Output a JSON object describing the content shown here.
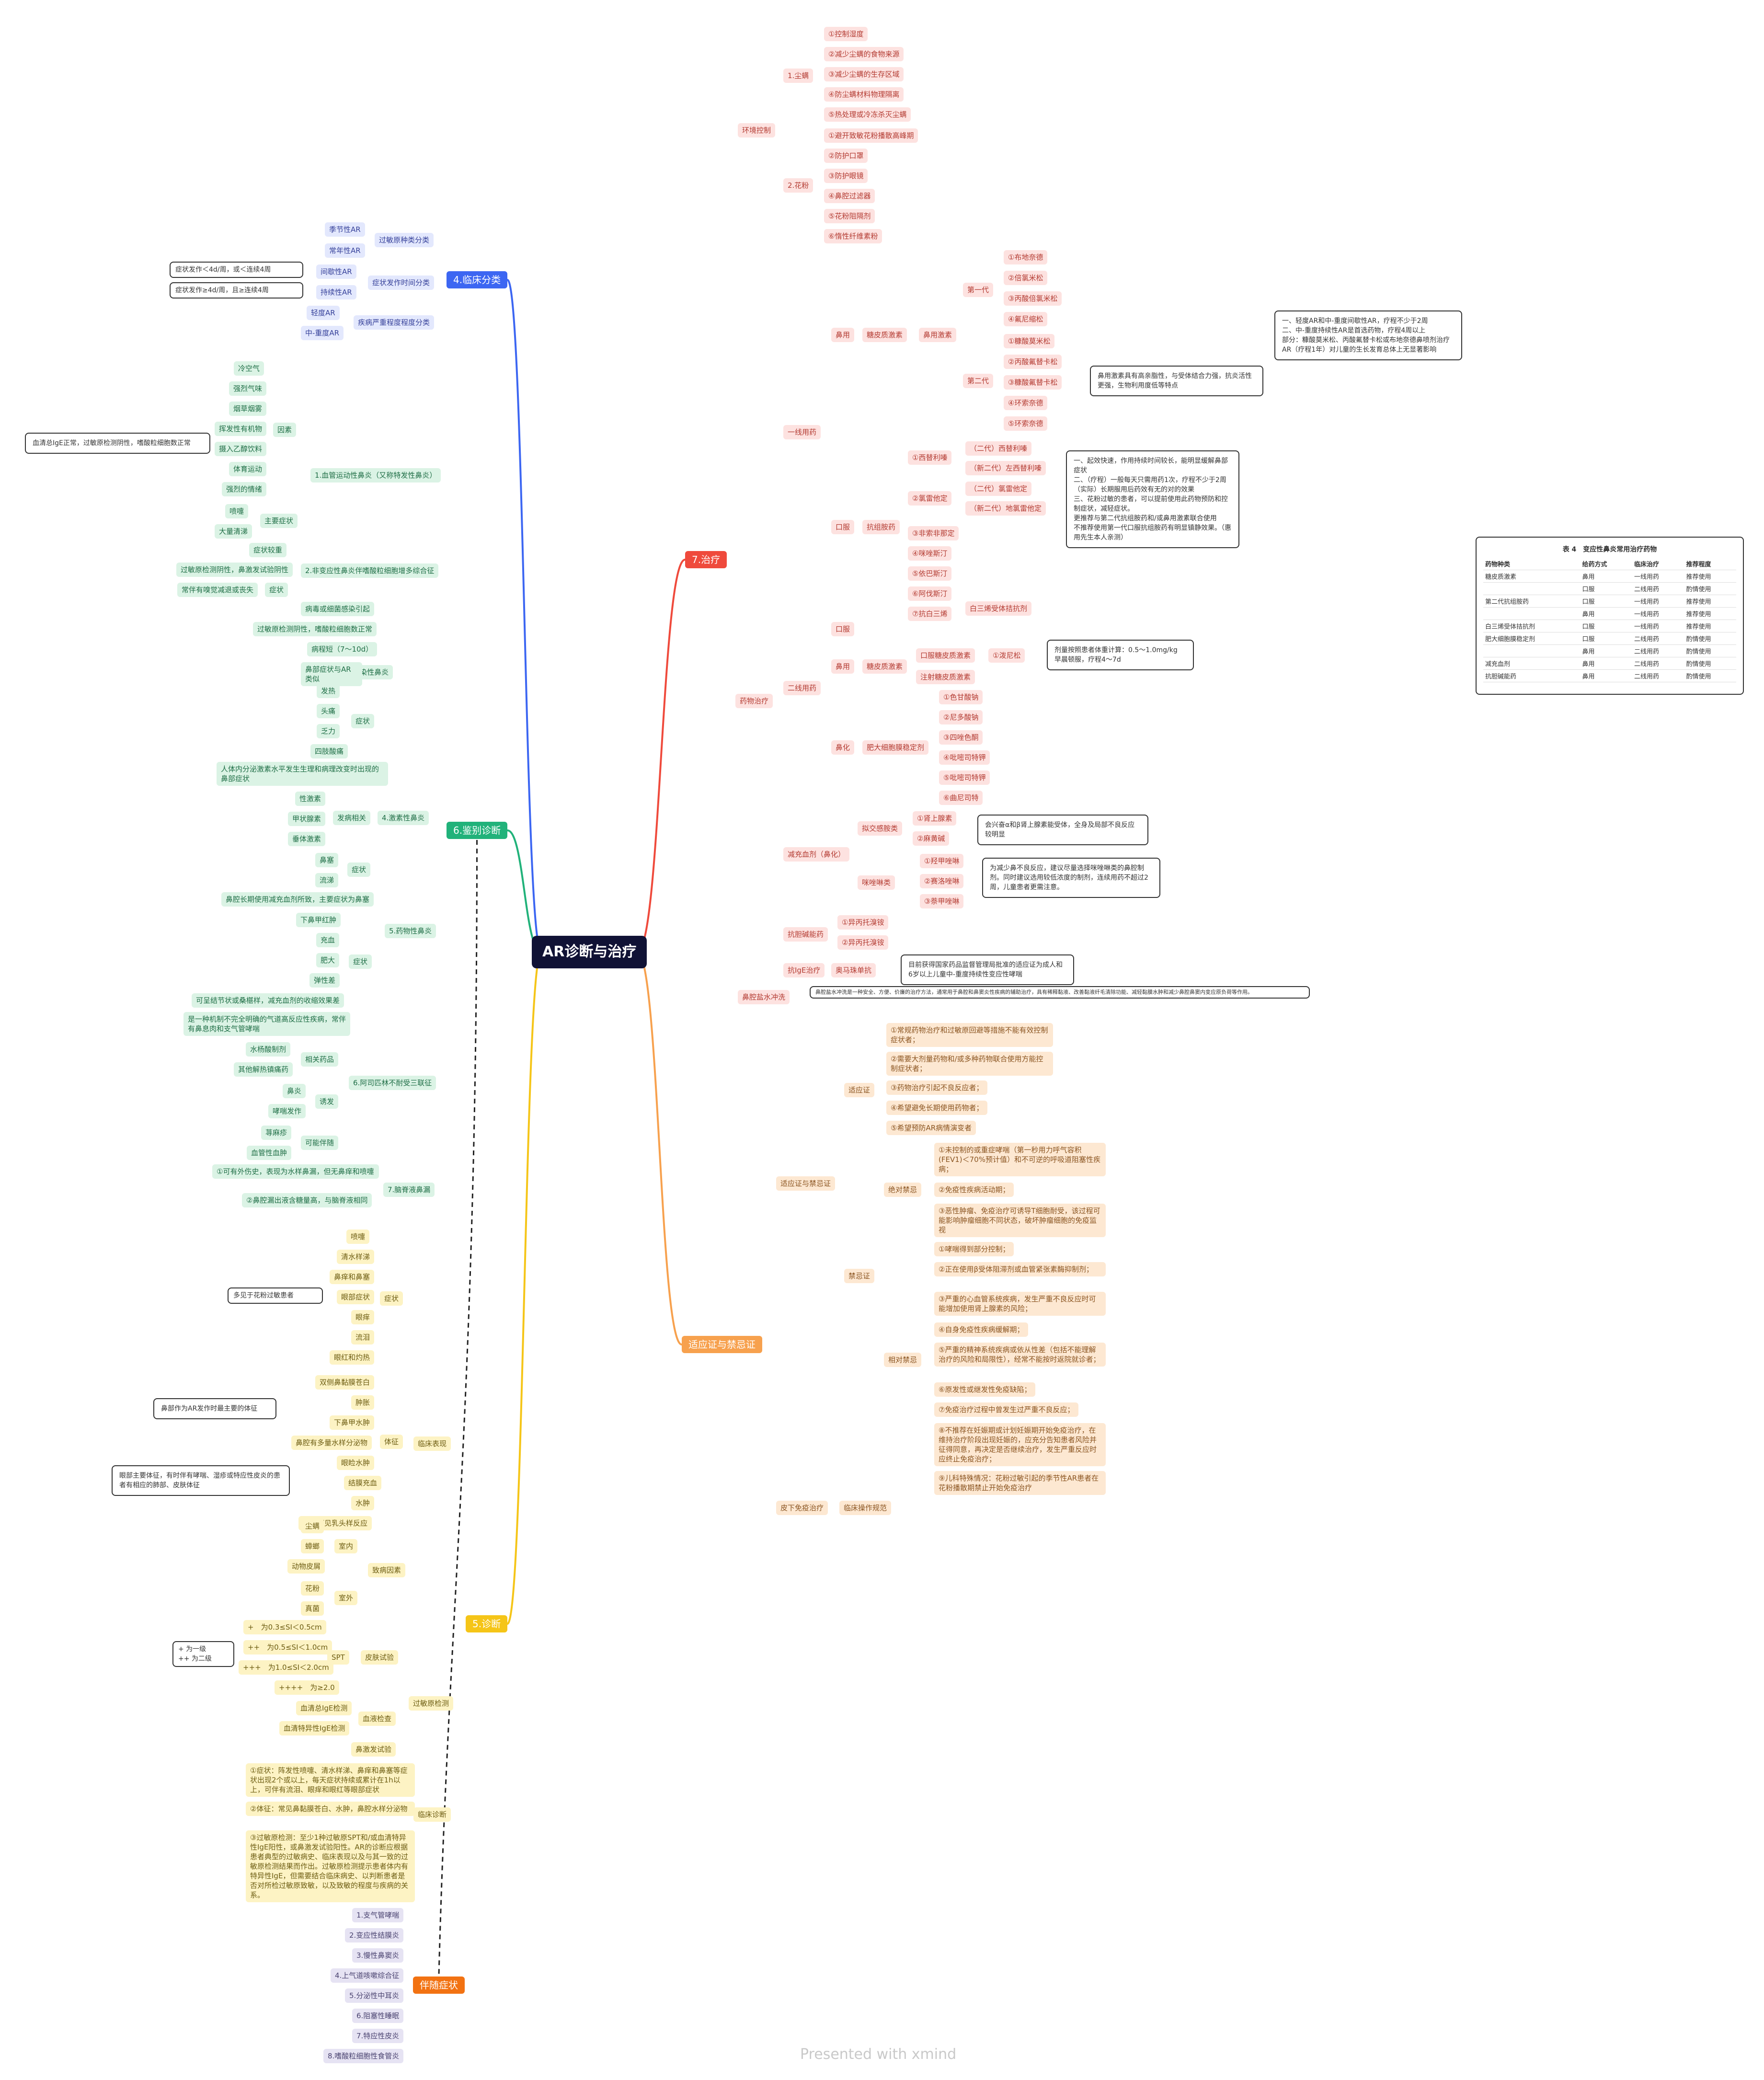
{
  "root": "AR诊断与治疗",
  "branches": {
    "treatment": "7.治疗",
    "indications": "适应证与禁忌证",
    "diagnosis": "5.诊断",
    "differential": "6.鉴别诊断",
    "classification": "4.临床分类",
    "comorbidity": "伴随症状"
  },
  "treatment": {
    "env": "环境控制",
    "mite": "1.尘螨",
    "mite_items": [
      "①控制湿度",
      "②减少尘螨的食物来源",
      "③减少尘螨的生存区域",
      "④防尘螨材料物理隔离",
      "⑤热处理或冷冻杀灭尘螨"
    ],
    "pollen": "2.花粉",
    "pollen_items": [
      "①避开致敏花粉播散高峰期",
      "②防护口罩",
      "③防护眼镜",
      "④鼻腔过滤器",
      "⑤花粉阻隔剂",
      "⑥惰性纤维素粉"
    ],
    "drug": "药物治疗",
    "first_line": "一线用药",
    "nasal": "鼻用",
    "steroid": "糖皮质激素",
    "nasal_steroid": "鼻用激素",
    "gen1": "第一代",
    "gen1_items": [
      "①布地奈德",
      "②倍氯米松",
      "③丙酸倍氯米松",
      "④氟尼缩松"
    ],
    "gen2": "第二代",
    "gen2_items": [
      "①糠酸莫米松",
      "②丙酸氟替卡松",
      "③糠酸氟替卡松",
      "④环索奈德",
      "⑤环索奈德"
    ],
    "steroid_note": "鼻用激素具有高亲脂性，与受体结合力强，抗炎活性更强，生物利用度低等特点",
    "steroid_note2": "一、轻度AR和中-重度间歇性AR，疗程不少于2周\n二、中-重度持续性AR是首选药物，疗程4周以上\n部分：糠酸莫米松、丙酸氟替卡松或布地奈德鼻喷剂治疗AR（疗程1年）对儿童的生长发育总体上无显著影响",
    "oral": "口服",
    "antihist": "抗组胺药",
    "antihist_items": [
      "①西替利嗪",
      "②氯雷他定",
      "③非索非那定",
      "④咪唑斯汀",
      "⑤依巴斯汀",
      "⑥阿伐斯汀",
      "⑦抗白三烯"
    ],
    "antihist_sub": [
      "（二代）西替利嗪",
      "（新二代）左西替利嗪",
      "（二代）氯雷他定",
      "（新二代）地氯雷他定"
    ],
    "antileuk": "白三烯受体拮抗剂",
    "antihist_note": "一、起效快速，作用持续时间较长，能明显缓解鼻部症状\n二、（疗程）一般每天只需用药1次，疗程不少于2周\n（实际）长期服用后药效有无的对的效果\n三、花粉过敏的患者，可以提前使用此药物预防和控制症状，减轻症状。\n更推荐与第二代抗组胺药和/或鼻用激素联合使用\n不推荐使用第一代口服抗组胺药有明显镇静效果。（惠用先生本人亲测）",
    "second_line": "二线用药",
    "oral2": "口服",
    "nasal2": "鼻用",
    "steroid2": "糖皮质激素",
    "oral_steroid": "口服糖皮质激素",
    "inj_steroid": "注射糖皮质激素",
    "prednisone": "①泼尼松",
    "pred_note": "剂量按照患者体重计算：0.5～1.0mg/kg\n早晨顿服，疗程4～7d",
    "mast": "肥大细胞膜稳定剂",
    "mast_label": "鼻化",
    "mast_items": [
      "①色甘酸钠",
      "②尼多酸钠",
      "③四唑色酮",
      "④吡嘧司特钾",
      "⑤吡嘧司特钾",
      "⑥曲尼司特"
    ],
    "decong": "减充血剂（鼻化）",
    "alpha": "拟交感胺类",
    "alpha_items": [
      "①肾上腺素",
      "②麻黄碱"
    ],
    "alpha_note": "会兴奋α和β肾上腺素能受体，全身及局部不良反应较明显",
    "imid": "咪唑啉类",
    "imid_items": [
      "①羟甲唑啉",
      "②赛洛唑啉",
      "③萘甲唑啉"
    ],
    "imid_note": "为减少鼻不良反应，建议尽量选择咪唑啉类的鼻腔制剂。同时建议选用较低浓度的制剂，连续用药不超过2周，儿童患者更需注意。",
    "antichol": "抗胆碱能药",
    "antichol_items": [
      "①异丙托溴铵",
      "②异丙托溴铵"
    ],
    "antiige": "抗IgE治疗",
    "omal": "奥马珠单抗",
    "omal_note": "目前获得国家药品监督管理局批准的适应证为成人和6岁以上儿童中-重度持续性变应性哮喘",
    "rinse": "鼻腔盐水冲洗",
    "rinse_note": "鼻腔盐水冲洗是一种安全、方便、价廉的治疗方法，通常用于鼻腔和鼻窦炎性疾病的辅助治疗，具有稀释黏液、改善黏液纤毛清除功能、减轻黏膜水肿和减少鼻腔鼻窦内变应原负荷等作用。"
  },
  "drug_table": {
    "title": "表 4　变应性鼻炎常用治疗药物",
    "headers": [
      "药物种类",
      "给药方式",
      "临床治疗",
      "推荐程度"
    ],
    "rows": [
      [
        "糖皮质激素",
        "鼻用",
        "一线用药",
        "推荐使用"
      ],
      [
        "",
        "口服",
        "二线用药",
        "酌情使用"
      ],
      [
        "第二代抗组胺药",
        "口服",
        "一线用药",
        "推荐使用"
      ],
      [
        "",
        "鼻用",
        "一线用药",
        "推荐使用"
      ],
      [
        "白三烯受体拮抗剂",
        "口服",
        "一线用药",
        "推荐使用"
      ],
      [
        "肥大细胞膜稳定剂",
        "口服",
        "二线用药",
        "酌情使用"
      ],
      [
        "",
        "鼻用",
        "二线用药",
        "酌情使用"
      ],
      [
        "减充血剂",
        "鼻用",
        "二线用药",
        "酌情使用"
      ],
      [
        "抗胆碱能药",
        "鼻用",
        "二线用药",
        "酌情使用"
      ]
    ]
  },
  "indications": {
    "allergen": "适应证与禁忌证",
    "indic": "适应证",
    "indic_items": [
      "①常规药物治疗和过敏原回避等措施不能有效控制症状者；",
      "②需要大剂量药物和/或多种药物联合使用方能控制症状者；",
      "③药物治疗引起不良反应者；",
      "④希望避免长期使用药物者；",
      "⑤希望预防AR病情演变者"
    ],
    "contra": "禁忌证",
    "abs": "绝对禁忌",
    "abs_items": [
      "①未控制的或重症哮喘（第一秒用力呼气容积(FEV1)＜70%预计值）和不可逆的呼吸道阻塞性疾病；",
      "②免疫性疾病活动期；",
      "③恶性肿瘤、免疫治疗可诱导T细胞耐受，该过程可能影响肿瘤细胞不同状态，破坏肿瘤细胞的免疫监视"
    ],
    "rel": "相对禁忌",
    "rel_items": [
      "①哮喘得到部分控制；",
      "②正在使用β受体阻滞剂或血管紧张素酶抑制剂；",
      "③严重的心血管系统疾病，发生严重不良反应时可能增加使用肾上腺素的风险；",
      "④自身免疫性疾病缓解期；",
      "⑤严重的精神系统疾病或依从性差（包括不能理解治疗的风险和局限性），经常不能按时返院就诊者；",
      "⑥原发性或继发性免疫缺陷；",
      "⑦免疫治疗过程中曾发生过严重不良反应；",
      "⑧不推荐在妊娠期或计划妊娠期开始免疫治疗，在维持治疗阶段出现妊娠的，应充分告知患者风险并征得同意，再决定是否继续治疗，发生严重反应时应终止免疫治疗；",
      "⑨儿科特殊情况：花粉过敏引起的季节性AR患者在花粉播散期禁止开始免疫治疗"
    ],
    "sublingual": "皮下免疫治疗",
    "sublingual_sub": "临床操作规范"
  },
  "classification": {
    "by_allergen": "过敏原种类分类",
    "by_allergen_items": [
      "季节性AR",
      "常年性AR"
    ],
    "by_time": "症状发作时间分类",
    "by_time_items": [
      "间歇性AR",
      "持续性AR"
    ],
    "time_notes": [
      "症状发作＜4d/周，或＜连续4周",
      "症状发作≥4d/周，且≥连续4周"
    ],
    "by_sev": "疾病严重程度程度分类",
    "by_sev_items": [
      "轻度AR",
      "中-重度AR"
    ]
  },
  "differential": {
    "vasomotor": "1.血管运动性鼻炎（又称特发性鼻炎）",
    "causes": "因素",
    "causes_items": [
      "冷空气",
      "强烈气味",
      "烟草烟雾",
      "挥发性有机物",
      "摄入乙醇饮料",
      "体育运动",
      "强烈的情绪"
    ],
    "causes_note": "血清总IgE正常，过敏原检测阴性，嗜酸粒细胞数正常",
    "main": "主要症状",
    "main_items": [
      "喷嚏",
      "大量清涕"
    ],
    "nares": "2.非变应性鼻炎伴嗜酸粒细胞增多综合征",
    "nares_items": [
      "症状较重",
      "过敏原检测阴性，鼻激发试验阴性",
      "常伴有嗅觉减退或丧失"
    ],
    "nares_sym": "症状",
    "infective": "3.感染性鼻炎",
    "infective_items": [
      "病毒或细菌感染引起",
      "过敏原检测阴性，嗜酸粒细胞数正常",
      "病程短（7～10d）",
      "鼻部症状与AR类似"
    ],
    "infective_sym": "症状",
    "infective_sym_items": [
      "发热",
      "头痛",
      "乏力",
      "四肢酸痛"
    ],
    "hormonal": "4.激素性鼻炎",
    "hormonal_desc": "人体内分泌激素水平发生生理和病理改变时出现的鼻部症状",
    "hormonal_rel": "发病相关",
    "hormonal_rel_items": [
      "性激素",
      "甲状腺素",
      "垂体激素"
    ],
    "hormonal_sym": "症状",
    "hormonal_sym_items": [
      "鼻塞",
      "流涕"
    ],
    "drug_rhin": "5.药物性鼻炎",
    "drug_rhin_desc": "鼻腔长期使用减充血剂所致，主要症状为鼻塞",
    "drug_rhin_sym": "症状",
    "drug_rhin_sym_items": [
      "下鼻甲红肿",
      "充血",
      "肥大",
      "弹性差"
    ],
    "drug_rhin_note": "可呈结节状或桑椹样，减充血剂的收缩效果差",
    "aerd": "6.阿司匹林不耐受三联征",
    "aerd_desc": "是一种机制不完全明确的气道高反应性疾病，常伴有鼻息肉和支气管哮喘",
    "aerd_drug": "相关药品",
    "aerd_drug_items": [
      "水杨酸制剂",
      "其他解热镇痛药"
    ],
    "aerd_trig": "诱发",
    "aerd_trig_items": [
      "鼻炎",
      "哮喘发作"
    ],
    "aerd_pos": "可能伴随",
    "aerd_pos_items": [
      "荨麻疹",
      "血管性血肿"
    ],
    "csf": "7.脑脊液鼻漏",
    "csf_items": [
      "①可有外伤史，表现为水样鼻漏，但无鼻痒和喷嚏",
      "②鼻腔漏出液含糖量高，与脑脊液相同"
    ]
  },
  "diagnosis": {
    "clinical": "临床表现",
    "symptoms": "症状",
    "symptom_items": [
      "喷嚏",
      "清水样涕",
      "鼻痒和鼻塞",
      "眼部症状",
      "眼痒",
      "流泪",
      "眼红和灼热"
    ],
    "symptom_note": "多见于花粉过敏患者",
    "signs": "体征",
    "sign_items": [
      "双侧鼻黏膜苍白",
      "肿胀",
      "下鼻甲水肿",
      "鼻腔有多量水样分泌物",
      "眼睑水肿",
      "结膜充血",
      "水肿",
      "有时可见乳头样反应"
    ],
    "sign_notes": [
      "鼻部作为AR发作时最主要的体征",
      "眼部主要体征，有时伴有哮喘、湿疹或特应性皮炎的患者有相应的肺部、皮肤体征"
    ],
    "triggers": "致病因素",
    "indoor": "室内",
    "indoor_items": [
      "尘螨",
      "蟑螂",
      "动物皮屑"
    ],
    "outdoor": "室外",
    "outdoor_items": [
      "花粉",
      "真菌"
    ],
    "allergen_test": "过敏原检测",
    "skin": "皮肤试验",
    "spt": "SPT",
    "spt_items": [
      "+　为0.3≤SI＜0.5cm",
      "++　为0.5≤SI＜1.0cm",
      "+++　为1.0≤SI＜2.0cm",
      "++++　为≥2.0"
    ],
    "spt_note": "+ 为一级\n++ 为二级",
    "blood": "血液检查",
    "blood_items": [
      "血清总IgE检测",
      "血清特异性IgE检测"
    ],
    "nasal_prov": "鼻激发试验",
    "criteria": "临床诊断",
    "criteria_items": [
      "①症状：阵发性喷嚏、清水样涕、鼻痒和鼻塞等症状出现2个或以上，每天症状持续或累计在1h以上，可伴有流泪、眼痒和眼红等眼部症状",
      "②体征：常见鼻黏膜苍白、水肿，鼻腔水样分泌物",
      "③过敏原检测：至少1种过敏原SPT和/或血清特异性IgE阳性，或鼻激发试验阳性。AR的诊断应根据患者典型的过敏病史、临床表现以及与其一致的过敏原检测结果而作出。过敏原检测提示患者体内有特异性IgE，但需要结合临床病史、以判断患者是否对所检过敏原致敏，以及致敏的程度与疾病的关系。"
    ]
  },
  "comorbidity": {
    "items": [
      "1.支气管哮喘",
      "2.变应性结膜炎",
      "3.慢性鼻窦炎",
      "4.上气道咳嗽综合征",
      "5.分泌性中耳炎",
      "6.阻塞性睡眠",
      "7.特应性皮炎",
      "8.嗜酸粒细胞性食管炎"
    ]
  },
  "watermark": "Presented with xmind",
  "colors": {
    "red": "#ef4a3c",
    "orange": "#f7a14e",
    "yellow": "#f5c518",
    "green": "#21b27a",
    "blue": "#3c66f2",
    "purple": "#f27212",
    "root": "#101235"
  }
}
